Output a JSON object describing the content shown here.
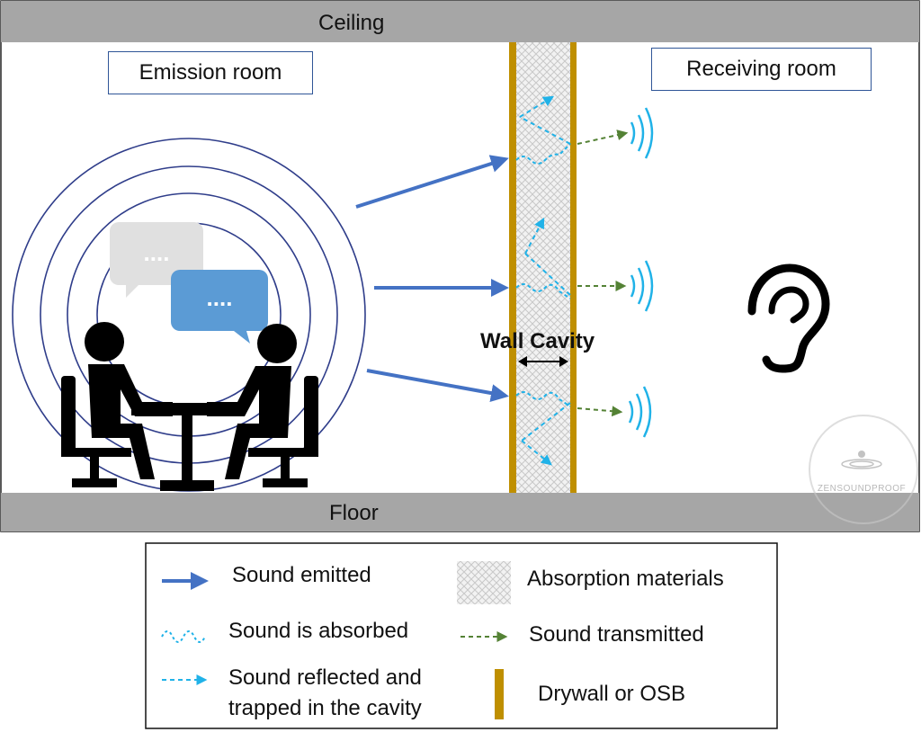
{
  "labels": {
    "ceiling": "Ceiling",
    "floor": "Floor",
    "emission_room": "Emission room",
    "receiving_room": "Receiving room",
    "wall_cavity": "Wall Cavity",
    "bubble_text": "....",
    "watermark": "ZENSOUNDPROOF"
  },
  "legend": {
    "sound_emitted": "Sound emitted",
    "sound_absorbed": "Sound is absorbed",
    "sound_reflected_line1": "Sound reflected and",
    "sound_reflected_line2": "trapped in the cavity",
    "absorption_materials": "Absorption materials",
    "sound_transmitted": "Sound transmitted",
    "drywall": "Drywall or OSB"
  },
  "colors": {
    "band": "#a6a6a6",
    "emitted": "#4472c4",
    "absorbed": "#20b2e8",
    "transmitted": "#548235",
    "drywall": "#bf8f00",
    "waves": "#2f3d8a",
    "bubble_gray": "#e0e0e0",
    "bubble_blue": "#5b9bd5",
    "figure": "#000000"
  },
  "icons": [
    "ear-icon",
    "speaker-wave-icon",
    "person-icon",
    "chat-bubble-icon",
    "table-icon",
    "chair-icon"
  ]
}
